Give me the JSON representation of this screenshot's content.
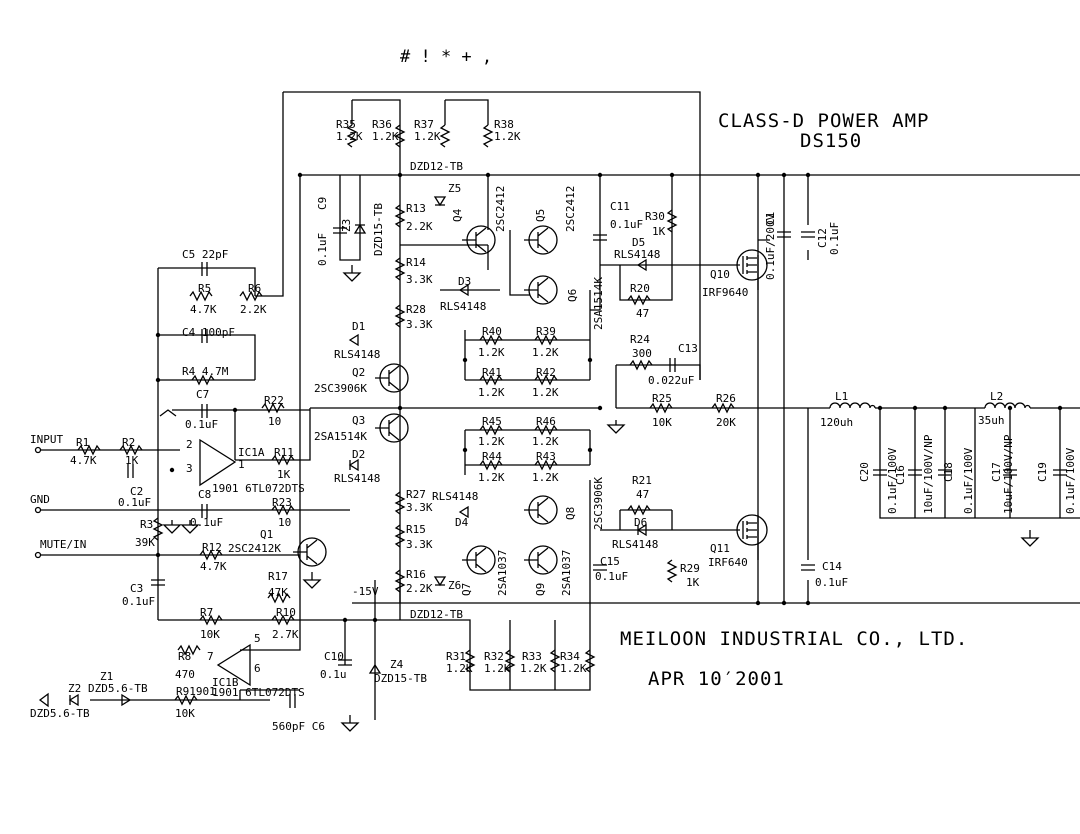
{
  "header": {
    "garbled": "# !        *      + ,"
  },
  "title": {
    "line1": "CLASS-D POWER AMP",
    "line2": "DS150"
  },
  "company": {
    "name": "MEILOON INDUSTRIAL CO., LTD.",
    "date": "APR 10′2001"
  },
  "nets": {
    "input": "INPUT",
    "gnd": "GND",
    "mute": "MUTE/IN",
    "neg15": "-15V",
    "dzd12_top": "DZD12-TB",
    "dzd12_bot": "DZD12-TB"
  },
  "resistors": {
    "R1": [
      "R1",
      "4.7K"
    ],
    "R2": [
      "R2",
      "1K"
    ],
    "R3": [
      "R3",
      "39K"
    ],
    "R4": [
      "R4 4.7M",
      ""
    ],
    "R5": [
      "R5",
      "4.7K"
    ],
    "R6": [
      "R6",
      "2.2K"
    ],
    "R7": [
      "R7",
      "10K"
    ],
    "R8": [
      "R8",
      "470"
    ],
    "R9": [
      "R91901",
      "10K"
    ],
    "R10": [
      "R10",
      "2.7K"
    ],
    "R11": [
      "R11",
      "1K"
    ],
    "R12": [
      "R12",
      "4.7K"
    ],
    "R13": [
      "R13",
      "2.2K"
    ],
    "R14": [
      "R14",
      "3.3K"
    ],
    "R15": [
      "R15",
      "3.3K"
    ],
    "R16": [
      "R16",
      "2.2K"
    ],
    "R17": [
      "R17",
      "47K"
    ],
    "R20": [
      "R20",
      "47"
    ],
    "R21": [
      "R21",
      "47"
    ],
    "R22": [
      "R22",
      "10"
    ],
    "R23": [
      "R23",
      "10"
    ],
    "R24": [
      "R24",
      "300"
    ],
    "R25": [
      "R25",
      "10K"
    ],
    "R26": [
      "R26",
      "20K"
    ],
    "R27": [
      "R27",
      "3.3K"
    ],
    "R28": [
      "R28",
      "3.3K"
    ],
    "R29": [
      "R29",
      "1K"
    ],
    "R30": [
      "R30",
      "1K"
    ],
    "R31": [
      "R31",
      "1.2K"
    ],
    "R32": [
      "R32",
      "1.2K"
    ],
    "R33": [
      "R33",
      "1.2K"
    ],
    "R34": [
      "R34",
      "1.2K"
    ],
    "R35": [
      "R35",
      "1.2K"
    ],
    "R36": [
      "R36",
      "1.2K"
    ],
    "R37": [
      "R37",
      "1.2K"
    ],
    "R38": [
      "R38",
      "1.2K"
    ],
    "R39": [
      "R39",
      "1.2K"
    ],
    "R40": [
      "R40",
      "1.2K"
    ],
    "R41": [
      "R41",
      "1.2K"
    ],
    "R42": [
      "R42",
      "1.2K"
    ],
    "R43": [
      "R43",
      "1.2K"
    ],
    "R44": [
      "R44",
      "1.2K"
    ],
    "R45": [
      "R45",
      "1.2K"
    ],
    "R46": [
      "R46",
      "1.2K"
    ]
  },
  "capacitors": {
    "C1": [
      "C1",
      "0.1uF/200V"
    ],
    "C2": [
      "C2",
      "0.1uF"
    ],
    "C3": [
      "C3",
      "0.1uF"
    ],
    "C4": [
      "C4 100pF",
      ""
    ],
    "C5": [
      "C5 22pF",
      ""
    ],
    "C6": [
      "560pF C6",
      ""
    ],
    "C7": [
      "C7",
      "0.1uF"
    ],
    "C8": [
      "C8",
      "0.1uF"
    ],
    "C9": [
      "C9",
      "0.1uF"
    ],
    "C10": [
      "C10",
      "0.1u"
    ],
    "C11": [
      "C11",
      "0.1uF"
    ],
    "C12": [
      "C12",
      "0.1uF"
    ],
    "C13": [
      "C13",
      "0.022uF"
    ],
    "C14": [
      "C14",
      "0.1uF"
    ],
    "C15": [
      "C15",
      "0.1uF"
    ],
    "C16": [
      "C16",
      "10uF/100V/NP"
    ],
    "C17": [
      "C17",
      "10uF/100V/NP"
    ],
    "C18": [
      "C18",
      "0.1uF/100V"
    ],
    "C19": [
      "C19",
      "0.1uF/100V"
    ],
    "C20": [
      "C20",
      "0.1uF/100V"
    ]
  },
  "transistors": {
    "Q1": [
      "Q1",
      "2SC2412K"
    ],
    "Q2": [
      "Q2",
      "2SC3906K"
    ],
    "Q3": [
      "Q3",
      "2SA1514K"
    ],
    "Q4": [
      "Q4",
      "2SC2412"
    ],
    "Q5": [
      "Q5",
      "2SC2412"
    ],
    "Q6": [
      "Q6",
      "2SA1514K"
    ],
    "Q7": [
      "Q7",
      "2SA1037"
    ],
    "Q8": [
      "Q8",
      "2SC3906K"
    ],
    "Q9": [
      "Q9",
      "2SA1037"
    ],
    "Q10": [
      "Q10",
      "IRF9640"
    ],
    "Q11": [
      "Q11",
      "IRF640"
    ]
  },
  "diodes": {
    "D1": [
      "D1",
      "RLS4148"
    ],
    "D2": [
      "D2",
      "RLS4148"
    ],
    "D3": [
      "D3",
      "RLS4148"
    ],
    "D4": [
      "D4",
      "RLS4148"
    ],
    "D5": [
      "D5",
      "RLS4148"
    ],
    "D6": [
      "D6",
      "RLS4148"
    ],
    "Z1": [
      "Z1",
      "DZD5.6-TB"
    ],
    "Z2": [
      "Z2",
      "DZD5.6-TB"
    ],
    "Z3": [
      "Z3",
      "DZD15-TB"
    ],
    "Z4": [
      "Z4",
      "DZD15-TB"
    ],
    "Z5": [
      "Z5",
      ""
    ],
    "Z6": [
      "Z6",
      ""
    ]
  },
  "ics": {
    "IC1A": [
      "IC1A",
      "1901 6TL072DTS"
    ],
    "IC1B": [
      "IC1B",
      "1901 6TL072DTS"
    ]
  },
  "inductors": {
    "L1": [
      "L1",
      "120uh"
    ],
    "L2": [
      "L2",
      "35uh"
    ]
  },
  "pins": {
    "p1": "1",
    "p2": "2",
    "p3": "3",
    "p5": "5",
    "p6": "6",
    "p7": "7"
  }
}
